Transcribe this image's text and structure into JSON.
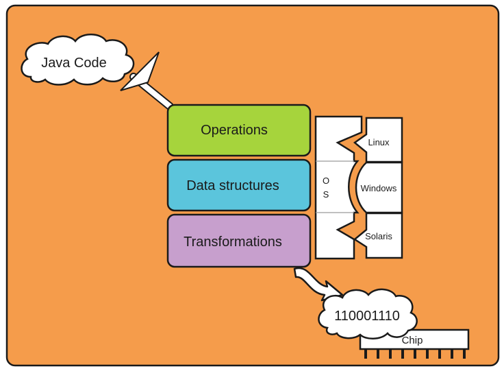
{
  "colors": {
    "background": "#f59c4b",
    "operations": "#a6d43c",
    "data_structures": "#5bc5dc",
    "transformations": "#c79fcd",
    "outline": "#1a1a1a",
    "white": "#ffffff"
  },
  "clouds": {
    "java_code": "Java Code",
    "binary": "110001110"
  },
  "layers": {
    "operations": "Operations",
    "data_structures": "Data structures",
    "transformations": "Transformations"
  },
  "os_panel": {
    "os_label_line1": "O",
    "os_label_line2": "S",
    "linux": "Linux",
    "windows": "Windows",
    "solaris": "Solaris"
  },
  "chip": {
    "label": "Chip"
  },
  "icons": {
    "funnel": "funnel-icon",
    "arrow": "curved-arrow-icon"
  }
}
